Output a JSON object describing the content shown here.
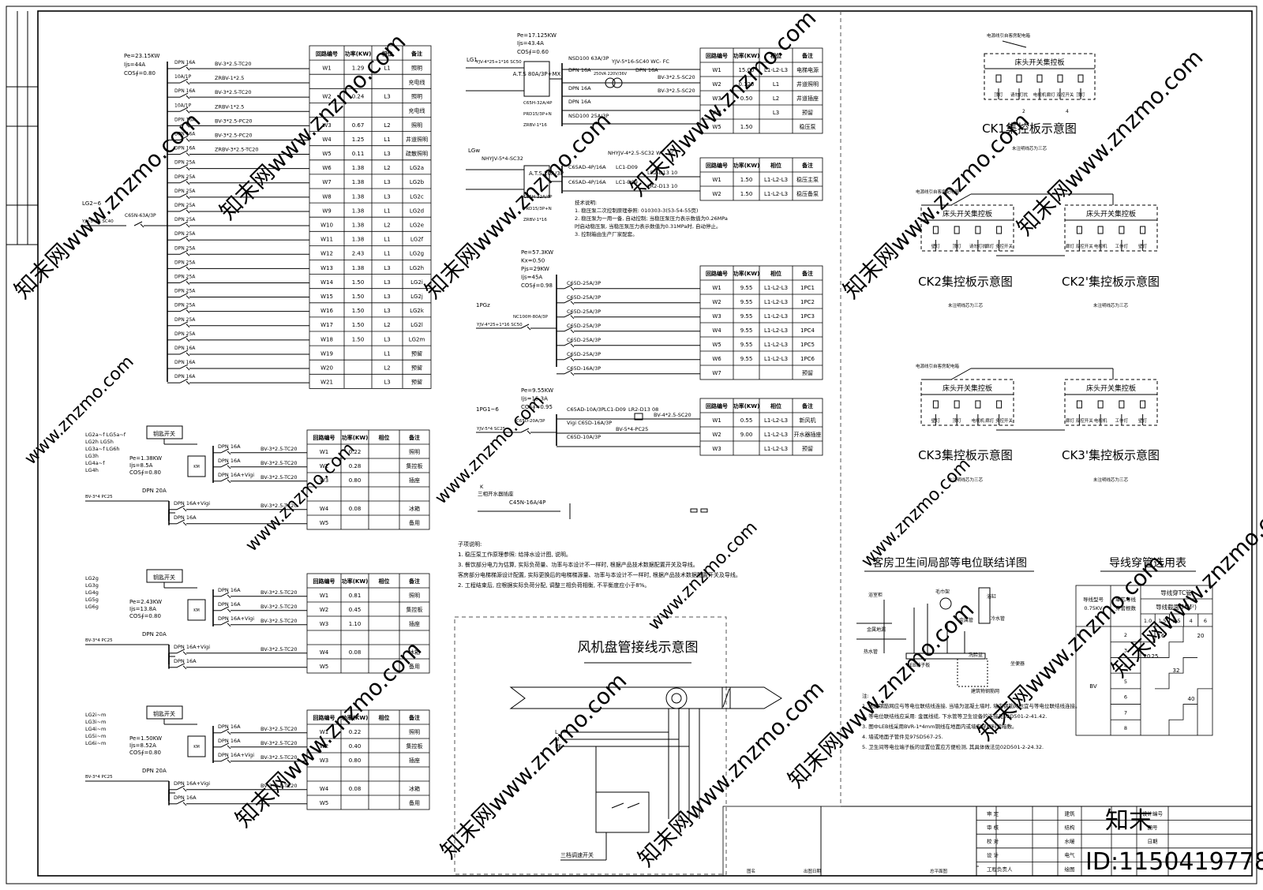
{
  "watermarks": [
    "知末网www.znzmo.com",
    "www.znzmo.com",
    "知末",
    "ID:1150419778"
  ],
  "panelA": {
    "incoming": "LG2~6",
    "cable": "YJV-5*16 SC40",
    "breaker": "C65N-63A/3P",
    "load": [
      "Pe=23.15KW",
      "Ijs=44A",
      "COS∮=0.80"
    ],
    "header": [
      "回路编号",
      "功率(KW)",
      "相位",
      "备注"
    ],
    "rows": [
      {
        "sw": "DPN 16A",
        "cable": "BV-3*2.5-TC20",
        "c": [
          "W1",
          "1.29",
          "L1",
          "照明"
        ]
      },
      {
        "sw": "10A/1P",
        "cable": "ZRBV-1*2.5",
        "c": [
          "",
          "",
          "",
          "充电线"
        ]
      },
      {
        "sw": "DPN 16A",
        "cable": "BV-3*2.5-TC20",
        "c": [
          "W2",
          "0.24",
          "L3",
          "照明"
        ]
      },
      {
        "sw": "10A/1P",
        "cable": "ZRBV-1*2.5",
        "c": [
          "",
          "",
          "",
          "充电线"
        ]
      },
      {
        "sw": "DPN 16A",
        "cable": "BV-3*2.5-PC20",
        "c": [
          "W3",
          "0.67",
          "L2",
          "照明"
        ]
      },
      {
        "sw": "DPN 16A",
        "cable": "BV-3*2.5-PC20",
        "c": [
          "W4",
          "1.25",
          "L1",
          "井道照明"
        ]
      },
      {
        "sw": "DPN 16A",
        "cable": "ZRBV-3*2.5-TC20",
        "c": [
          "W5",
          "0.11",
          "L3",
          "疏散照明"
        ]
      },
      {
        "sw": "DPN 25A",
        "cable": "",
        "c": [
          "W6",
          "1.38",
          "L2",
          "LG2a"
        ]
      },
      {
        "sw": "DPN 25A",
        "cable": "",
        "c": [
          "W7",
          "1.38",
          "L3",
          "LG2b"
        ]
      },
      {
        "sw": "DPN 25A",
        "cable": "",
        "c": [
          "W8",
          "1.38",
          "L3",
          "LG2c"
        ]
      },
      {
        "sw": "DPN 25A",
        "cable": "",
        "c": [
          "W9",
          "1.38",
          "L1",
          "LG2d"
        ]
      },
      {
        "sw": "DPN 25A",
        "cable": "",
        "c": [
          "W10",
          "1.38",
          "L2",
          "LG2e"
        ]
      },
      {
        "sw": "DPN 25A",
        "cable": "",
        "c": [
          "W11",
          "1.38",
          "L1",
          "LG2f"
        ]
      },
      {
        "sw": "DPN 25A",
        "cable": "",
        "c": [
          "W12",
          "2.43",
          "L1",
          "LG2g"
        ]
      },
      {
        "sw": "DPN 25A",
        "cable": "",
        "c": [
          "W13",
          "1.38",
          "L3",
          "LG2h"
        ]
      },
      {
        "sw": "DPN 25A",
        "cable": "",
        "c": [
          "W14",
          "1.50",
          "L3",
          "LG2i"
        ]
      },
      {
        "sw": "DPN 25A",
        "cable": "",
        "c": [
          "W15",
          "1.50",
          "L3",
          "LG2j"
        ]
      },
      {
        "sw": "DPN 25A",
        "cable": "",
        "c": [
          "W16",
          "1.50",
          "L3",
          "LG2k"
        ]
      },
      {
        "sw": "DPN 25A",
        "cable": "",
        "c": [
          "W17",
          "1.50",
          "L2",
          "LG2l"
        ]
      },
      {
        "sw": "DPN 25A",
        "cable": "",
        "c": [
          "W18",
          "1.50",
          "L3",
          "LG2m"
        ]
      },
      {
        "sw": "DPN 16A",
        "cable": "",
        "c": [
          "W19",
          "",
          "L1",
          "预留"
        ]
      },
      {
        "sw": "DPN 16A",
        "cable": "",
        "c": [
          "W20",
          "",
          "L2",
          "预留"
        ]
      },
      {
        "sw": "DPN 16A",
        "cable": "",
        "c": [
          "W21",
          "",
          "L3",
          "预留"
        ]
      }
    ]
  },
  "roomPanels": [
    {
      "refs": [
        "LG2a~f LG5a~f",
        "LG2h   LG5h",
        "LG3a~f LG6h",
        "LG3h",
        "LG4a~f",
        "LG4h"
      ],
      "load": [
        "Pe=1.38KW",
        "Ijs=8.5A",
        "COS∮=0.80"
      ],
      "cable": "BV-3*4 PC25",
      "key": "钥匙开关",
      "main": "DPN 20A",
      "rows": [
        {
          "sw": "DPN 16A",
          "cable": "BV-3*2.5-TC20",
          "c": [
            "W1",
            "0.22",
            "",
            "照明"
          ]
        },
        {
          "sw": "DPN 16A",
          "cable": "BV-3*2.5-TC20",
          "c": [
            "W2",
            "0.28",
            "",
            "集控板"
          ]
        },
        {
          "sw": "DPN 16A+Vigi",
          "cable": "BV-3*2.5-TC20",
          "c": [
            "W3",
            "0.80",
            "",
            "插座"
          ]
        },
        {
          "sw": "DPN 16A+Vigi",
          "cable": "BV-3*2.5-TC20",
          "c": [
            "W4",
            "0.08",
            "",
            "冰箱"
          ]
        },
        {
          "sw": "DPN 16A",
          "cable": "",
          "c": [
            "W5",
            "",
            "",
            "备用"
          ]
        }
      ]
    },
    {
      "refs": [
        "LG2g",
        "LG3g",
        "LG4g",
        "LG5g",
        "LG6g"
      ],
      "load": [
        "Pe=2.43KW",
        "Ijs=13.8A",
        "COS∮=0.80"
      ],
      "cable": "BV-3*4 PC25",
      "key": "钥匙开关",
      "main": "DPN 20A",
      "rows": [
        {
          "sw": "DPN 16A",
          "cable": "BV-3*2.5-TC20",
          "c": [
            "W1",
            "0.81",
            "",
            "照明"
          ]
        },
        {
          "sw": "DPN 16A",
          "cable": "BV-3*2.5-TC20",
          "c": [
            "W2",
            "0.45",
            "",
            "集控板"
          ]
        },
        {
          "sw": "DPN 16A+Vigi",
          "cable": "BV-3*2.5-TC20",
          "c": [
            "W3",
            "1.10",
            "",
            "插座"
          ]
        },
        {
          "sw": "DPN 16A+Vigi",
          "cable": "BV-3*2.5-TC20",
          "c": [
            "W4",
            "0.08",
            "",
            "冰箱"
          ]
        },
        {
          "sw": "DPN 16A",
          "cable": "",
          "c": [
            "W5",
            "",
            "",
            "备用"
          ]
        }
      ]
    },
    {
      "refs": [
        "LG2i~m",
        "LG3i~m",
        "LG4i~m",
        "LG5i~m",
        "LG6i~m"
      ],
      "load": [
        "Pe=1.50KW",
        "Ijs=8.52A",
        "COS∮=0.80"
      ],
      "cable": "BV-3*4 PC25",
      "key": "钥匙开关",
      "main": "DPN 20A",
      "rows": [
        {
          "sw": "DPN 16A",
          "cable": "BV-3*2.5-TC20",
          "c": [
            "W1",
            "0.22",
            "",
            "照明"
          ]
        },
        {
          "sw": "DPN 16A",
          "cable": "BV-3*2.5-TC20",
          "c": [
            "W2",
            "0.40",
            "",
            "集控板"
          ]
        },
        {
          "sw": "DPN 16A+Vigi",
          "cable": "BV-3*2.5-TC20",
          "c": [
            "W3",
            "0.80",
            "",
            "插座"
          ]
        },
        {
          "sw": "DPN 16A+Vigi",
          "cable": "BV-3*2.5-TC20",
          "c": [
            "W4",
            "0.08",
            "",
            "冰箱"
          ]
        },
        {
          "sw": "DPN 16A",
          "cable": "",
          "c": [
            "W5",
            "",
            "",
            "备用"
          ]
        }
      ]
    }
  ],
  "panelLG1": {
    "load": [
      "Pe=17.125KW",
      "Ijs=43.4A",
      "COS∮=0.60"
    ],
    "incoming": "LG1",
    "cable": "YJV-4*25+1*16 SC50",
    "ats": "A.T.S 80A/3P+MX",
    "spd": [
      "C65H-32A/4P",
      "PRD15/3P+N",
      "ZRBV-1*16"
    ],
    "devices": [
      "NSD100 63A/3P",
      "DPN 16A",
      "250VA 220V/36V",
      "YJV-5*16-SC40 WC- FC",
      "DPN 16A",
      "DPN 16A",
      "DPN 16A",
      "NSD100 25A/3P"
    ],
    "cables": [
      "BV-3*2.5-SC20",
      "BV-3*2.5-SC20"
    ],
    "rows": [
      [
        "W1",
        "15.00",
        "L1-L2-L3",
        "电梯电源"
      ],
      [
        "W2",
        "0.125",
        "L1",
        "井道照明"
      ],
      [
        "W3",
        "0.50",
        "L2",
        "井道插座"
      ],
      [
        "W4",
        "",
        "L3",
        "预留"
      ],
      [
        "W5",
        "1.50",
        "",
        "稳压泵"
      ]
    ]
  },
  "panelLGw": {
    "incoming": "LGw",
    "cable": "NHYJV-5*4-SC32",
    "ats": "A.T.S 20A/3P",
    "spd": [
      "C65H-32A/4P",
      "PRD15/3P+N",
      "ZRBV-1*16"
    ],
    "devices": [
      "NHYJV-4*2.5-SC32 WC- FC",
      "C65AD-4P/16A",
      "LC1-D09",
      "LR2-D13 10",
      "C65AD-4P/16A",
      "LC1-D09",
      "LR2-D13 10"
    ],
    "rows": [
      [
        "W1",
        "1.50",
        "L1-L2-L3",
        "稳压主泵"
      ],
      [
        "W2",
        "1.50",
        "L1-L2-L3",
        "稳压备泵"
      ]
    ],
    "notes": [
      "技术说明:",
      "1. 稳压泵二次控制原理参照: 010303-3(53-54-55页)",
      "2. 稳压泵为一用一备, 自动控制; 当稳压泵压力表示数值为0.26MPa",
      "   时启动稳压泵, 当稳压泵压力表示数值为0.31MPa时, 自动停止。",
      "3. 控制箱由生产厂家配套。"
    ]
  },
  "panel1PGz": {
    "load": [
      "Pe=57.3KW",
      "Kx=0.50",
      "Pjs=29KW",
      "Ijs=45A",
      "COS∮=0.98"
    ],
    "incoming": "1PGz",
    "cable": "YJV-4*25+1*16 SC50",
    "breaker": "NC100H-80A/3P",
    "sw": [
      "C65D-25A/3P",
      "C65D-25A/3P",
      "C65D-25A/3P",
      "C65D-25A/3P",
      "C65D-25A/3P",
      "C65D-25A/3P",
      "C65D-16A/3P"
    ],
    "rows": [
      [
        "W1",
        "9.55",
        "L1-L2-L3",
        "1PC1"
      ],
      [
        "W2",
        "9.55",
        "L1-L2-L3",
        "1PC2"
      ],
      [
        "W3",
        "9.55",
        "L1-L2-L3",
        "1PC3"
      ],
      [
        "W4",
        "9.55",
        "L1-L2-L3",
        "1PC4"
      ],
      [
        "W5",
        "9.55",
        "L1-L2-L3",
        "1PC5"
      ],
      [
        "W6",
        "9.55",
        "L1-L2-L3",
        "1PC6"
      ],
      [
        "W7",
        "",
        "",
        "预留"
      ]
    ]
  },
  "panel1PG1": {
    "load": [
      "Pe=9.55KW",
      "Ijs=15.3A",
      "COS∮=0.95"
    ],
    "incoming": "1PG1~6",
    "cable": "YJV-5*4 SC25",
    "breaker": "C65D-20A/3P",
    "sw": [
      "C65AD-10A/3P",
      "LC1-D09",
      "LR2-D13 08",
      "BV-4*2.5-SC20",
      "Vigi C65D-16A/3P",
      "BV-5*4-PC25",
      "C65D-10A/3P"
    ],
    "rows": [
      [
        "W1",
        "0.55",
        "L1-L2-L3",
        "新风机"
      ],
      [
        "W2",
        "9.00",
        "L1-L2-L3",
        "开水器插座"
      ],
      [
        "W3",
        "",
        "L1-L2-L3",
        "预留"
      ]
    ]
  },
  "socketNote": {
    "k": "K",
    "label": "三相开水器插座",
    "breaker": "C45N-16A/4P"
  },
  "subNotes": [
    "子项说明:",
    "1. 稳压泵工作原理参照: 给排水设计图, 说明。",
    "3. 餐饮部分电力为估算, 实际负荷量、功率与本设计不一样时, 根据产品技术数据配置开关及导线。",
    "客房部分电梯梯源设计配置, 实际更换后的电梯梯源量、功率与本设计不一样时, 根据产品技术数据配置开关及导线。",
    "2. 工程结束后, 应根据实际负荷分配, 调整三相负荷相衡, 不平衡度应小于8%。"
  ],
  "fanCoil": {
    "title": "风机盘管接线示意图",
    "wires": [
      "L",
      "N",
      "PE"
    ],
    "switch": "三档调速开关"
  },
  "ck1": {
    "top": "电源线引自客房配电箱",
    "board": "床头开关集控板",
    "title": "CK1集控板示意图",
    "note": "未注明线芯为三芯",
    "labels": [
      "顶灯",
      "请勿打扰",
      "电视机",
      "廊灯 双控开关",
      "顶灯"
    ],
    "wires": [
      "2",
      "4"
    ]
  },
  "ck2": {
    "top": "电源线引自客房配电箱",
    "boards": [
      "床头开关集控板",
      "床头开关集控板"
    ],
    "titles": [
      "CK2集控板示意图",
      "CK2'集控板示意图"
    ],
    "note": "未注明线芯为三芯",
    "labelsA": [
      "壁灯",
      "顶灯",
      "请勿打扰",
      "廊灯 多控开关"
    ],
    "labelsB": [
      "廊灯 双控开关",
      "电视机",
      "工作灯",
      "壁灯"
    ],
    "wires": [
      "4",
      "2"
    ]
  },
  "ck3": {
    "top": "电源线引自客房配电箱",
    "boards": [
      "床头开关集控板",
      "床头开关集控板"
    ],
    "titles": [
      "CK3集控板示意图",
      "CK3'集控板示意图"
    ],
    "note": "未注明线芯为三芯",
    "labelsA": [
      "壁灯",
      "顶灯",
      "电视机",
      "廊灯 多控开关"
    ],
    "labelsB": [
      "廊灯 双控开关",
      "电视机",
      "工作灯",
      "壁灯"
    ],
    "wires": [
      "4",
      "2"
    ]
  },
  "bonding": {
    "title": "客房卫生间局部等电位联结详图",
    "items": [
      "浴室柜",
      "毛巾架",
      "浴缸",
      "金属地漏",
      "热水管",
      "冷水管",
      "金属管",
      "坐便器",
      "洗脸盆",
      "LEB端子板",
      "建筑物钢筋网"
    ],
    "notes": [
      "注:",
      "1. 地面钢筋网应与等电位联结线连接, 当墙为混凝土墙时, 墙内钢筋网也宜与等电位联结线连接。",
      "2. 等电位联结线应采用: 金属线缆, 下水管等卫生设备的连接见02D501-2-41.42.",
      "3. 图中LEB线采用BVR-1*4mm铜线在地面内或墙内穿塑料管暗敷。",
      "4. 墙或地面子管件见97SD567-25.",
      "5. 卫生间等电位端子板的设置位置应方便检测, 其具体做法见02D501-2-24.32."
    ]
  },
  "conduit": {
    "title": "导线穿管选用表",
    "head1": "导线穿TC管",
    "head2": "导线截面(MM²)",
    "col1": [
      "导线型号",
      "0.75KV"
    ],
    "col2": [
      "单芯导线",
      "穿管根数"
    ],
    "sizes": [
      "1.0",
      "1.5",
      "2.5",
      "4",
      "6"
    ],
    "type": "BV",
    "counts": [
      "2",
      "3",
      "4",
      "5",
      "6",
      "7",
      "8"
    ],
    "values": [
      "16",
      "20",
      "20",
      "25",
      "32",
      "40"
    ]
  },
  "titleBlock": {
    "left": [
      "审  定",
      "审  核",
      "校  对",
      "设  计",
      "工程负责人"
    ],
    "mid": [
      "建筑",
      "结构",
      "水暖",
      "电气",
      "绘图"
    ],
    "right": [
      "设计编号",
      "图号",
      "日期"
    ],
    "extra": [
      "出图日期",
      "图名",
      "总平面图"
    ]
  }
}
